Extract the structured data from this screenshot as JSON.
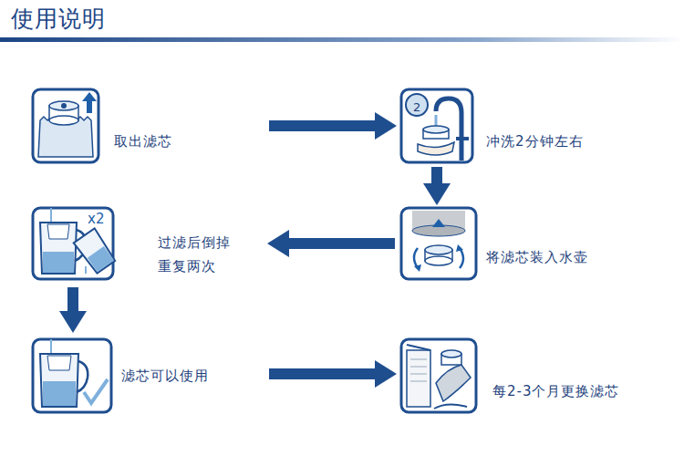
{
  "diagram": {
    "title": "使用说明",
    "nodes": [
      {
        "text": [
          "取出滤芯"
        ]
      },
      {
        "text": [
          "冲洗2分钟左右"
        ]
      },
      {
        "text": [
          "将滤芯装入水壶"
        ]
      },
      {
        "text": [
          "过滤后倒掉 重复两次"
        ]
      },
      {
        "text": [
          "滤芯可以使用"
        ]
      },
      {
        "text": [
          "每2-3个月更换滤芯"
        ]
      }
    ],
    "edges": [
      {
        "from": 0,
        "to": 1,
        "arrow": "to"
      },
      {
        "from": 1,
        "to": 2,
        "arrow": "to"
      },
      {
        "from": 2,
        "to": 3,
        "arrow": "to"
      },
      {
        "from": 3,
        "to": 4,
        "arrow": "to"
      },
      {
        "from": 4,
        "to": 5,
        "arrow": "to"
      }
    ],
    "labels": [
      "2",
      "x2"
    ]
  }
}
